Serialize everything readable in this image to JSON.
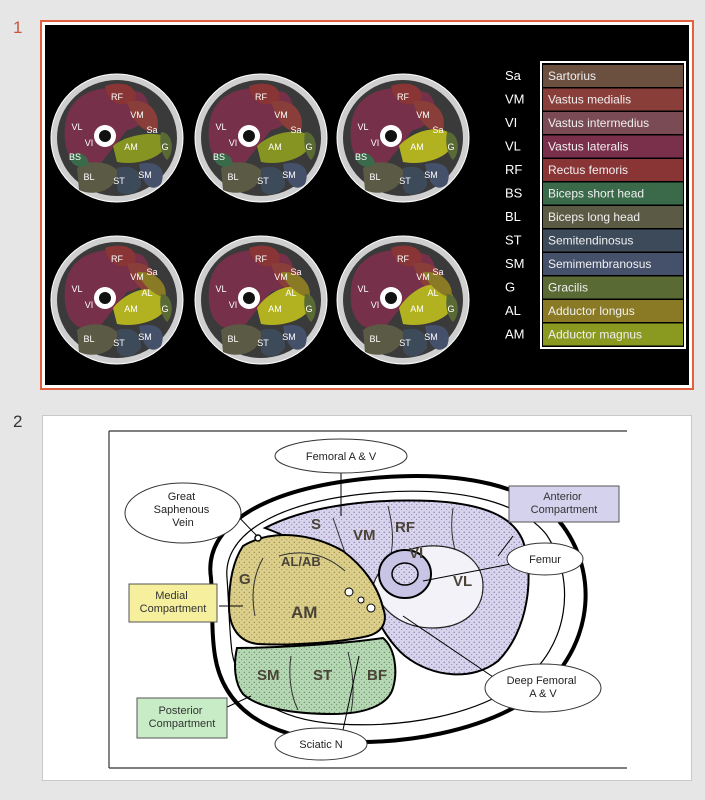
{
  "slides": [
    {
      "number": "1",
      "mri_labels": [
        "RF",
        "VM",
        "VL",
        "VI",
        "Sa",
        "AM",
        "G",
        "BS",
        "BL",
        "ST",
        "SM",
        "AL"
      ],
      "legend": [
        {
          "abbr": "Sa",
          "name": "Sartorius",
          "color": "#6b5040"
        },
        {
          "abbr": "VM",
          "name": "Vastus medialis",
          "color": "#8a3e3a"
        },
        {
          "abbr": "VI",
          "name": "Vastus intermedius",
          "color": "#7a4a55"
        },
        {
          "abbr": "VL",
          "name": "Vastus lateralis",
          "color": "#7a2f4a"
        },
        {
          "abbr": "RF",
          "name": "Rectus femoris",
          "color": "#8a3535"
        },
        {
          "abbr": "BS",
          "name": "Biceps short head",
          "color": "#3a6a4a"
        },
        {
          "abbr": "BL",
          "name": "Biceps long head",
          "color": "#5a5a45"
        },
        {
          "abbr": "ST",
          "name": "Semitendinosus",
          "color": "#3d4a5a"
        },
        {
          "abbr": "SM",
          "name": "Semimembranosus",
          "color": "#45506a"
        },
        {
          "abbr": "G",
          "name": "Gracilis",
          "color": "#5a6a35"
        },
        {
          "abbr": "AL",
          "name": "Adductor longus",
          "color": "#8a7a25"
        },
        {
          "abbr": "AM",
          "name": "Adductor magnus",
          "color": "#8a9a20"
        }
      ]
    },
    {
      "number": "2",
      "callouts": {
        "femoral": "Femoral A & V",
        "saphenous": "Great\nSaphenous\nVein",
        "anterior": "Anterior\nCompartment",
        "femur": "Femur",
        "medial": "Medial\nCompartment",
        "deep_femoral": "Deep Femoral\nA & V",
        "posterior": "Posterior\nCompartment",
        "sciatic": "Sciatic N"
      },
      "muscle_labels": {
        "s": "S",
        "vm": "VM",
        "rf": "RF",
        "vi": "VI",
        "vl": "VL",
        "g": "G",
        "alab": "AL/AB",
        "am": "AM",
        "sm": "SM",
        "st": "ST",
        "bf": "BF"
      }
    }
  ]
}
